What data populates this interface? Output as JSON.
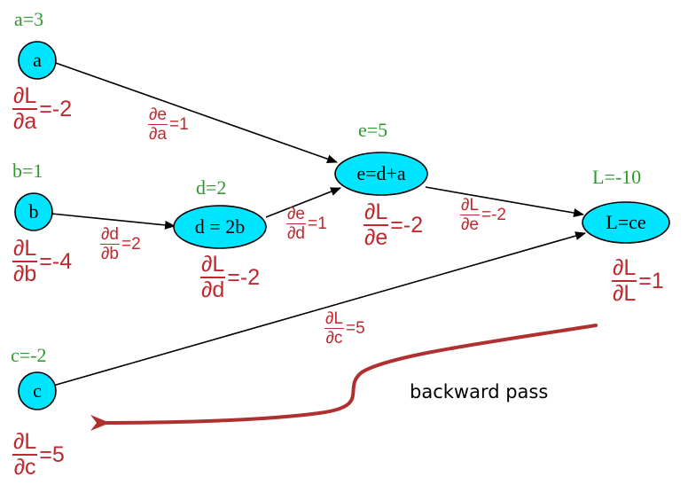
{
  "nodes": {
    "a": {
      "label": "a",
      "value": "a=3"
    },
    "b": {
      "label": "b",
      "value": "b=1"
    },
    "c": {
      "label": "c",
      "value": "c=-2"
    },
    "d": {
      "label": "d = 2b",
      "value": "d=2"
    },
    "e": {
      "label": "e=d+a",
      "value": "e=5"
    },
    "L": {
      "label": "L=ce",
      "value": "L=-10"
    }
  },
  "gradients": {
    "dLda": {
      "num": "∂L",
      "den": "∂a",
      "value": "=-2"
    },
    "dLdb": {
      "num": "∂L",
      "den": "∂b",
      "value": "=-4"
    },
    "dLdc": {
      "num": "∂L",
      "den": "∂c",
      "value": "=5"
    },
    "dLdd": {
      "num": "∂L",
      "den": "∂d",
      "value": "=-2"
    },
    "dLde": {
      "num": "∂L",
      "den": "∂e",
      "value": "=-2"
    },
    "dLdL": {
      "num": "∂L",
      "den": "∂L",
      "value": "=1"
    }
  },
  "edge_labels": {
    "dedа_edge": {
      "num": "∂e",
      "den": "∂a",
      "value": "=1"
    },
    "dddb_edge": {
      "num": "∂d",
      "den": "∂b",
      "value": "=2"
    },
    "dedd_edge": {
      "num": "∂e",
      "den": "∂d",
      "value": "=1"
    },
    "dLde_edge": {
      "num": "∂L",
      "den": "∂e",
      "value": "=-2"
    },
    "dLdc_edge": {
      "num": "∂L",
      "den": "∂c",
      "value": "=5"
    }
  },
  "caption": "backward pass",
  "colors": {
    "node_fill": "#00e5ff",
    "value_text": "#2e9a2e",
    "gradient_text": "#c0282d",
    "pass_arrow": "#b03030"
  }
}
